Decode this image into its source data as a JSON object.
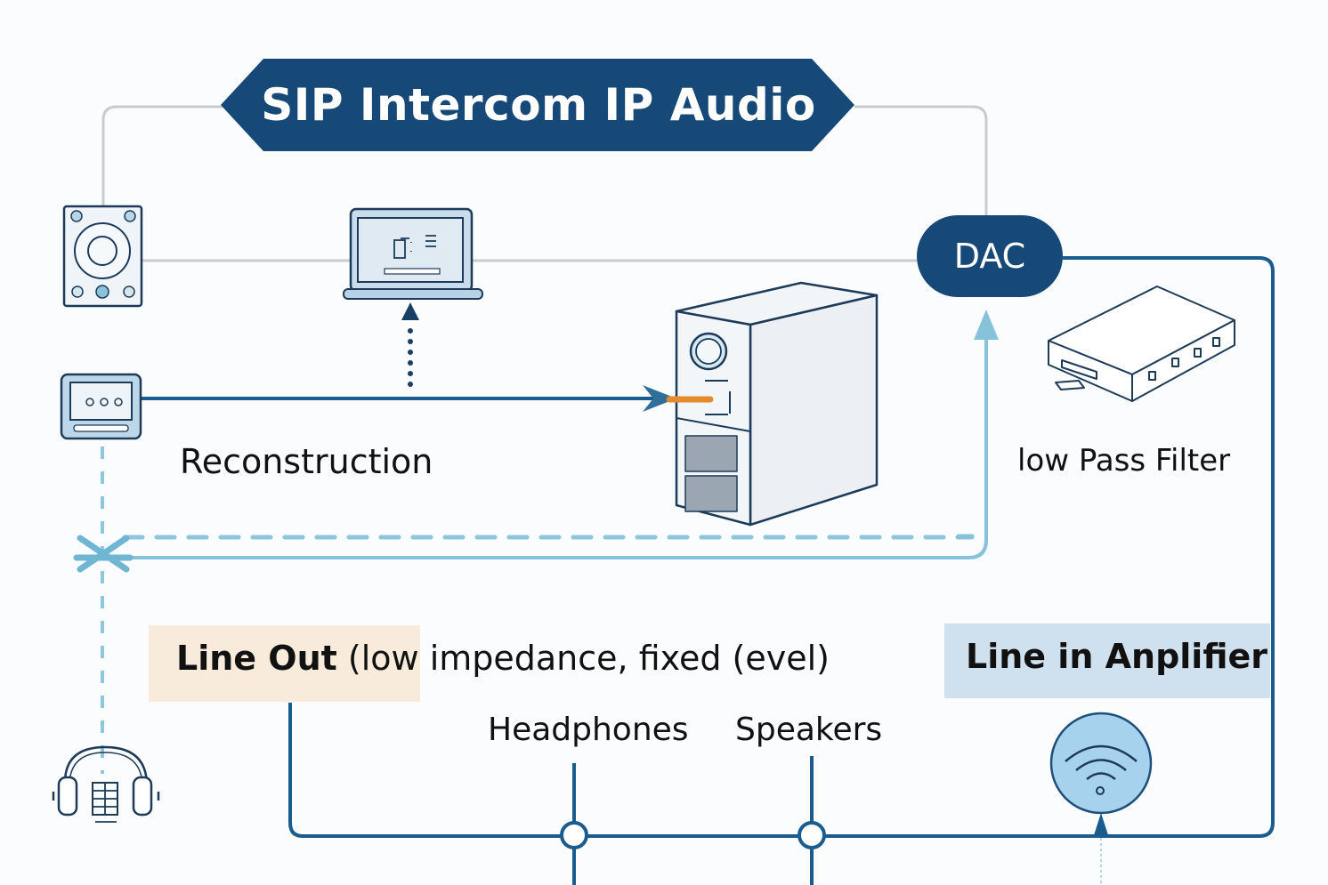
{
  "title": "SIP Intercom IP Audio",
  "nodes": {
    "dac": "DAC",
    "reconstruction": "Reconstruction",
    "low_pass_filter": "low Pass Filter",
    "line_out_bold": "Line Out",
    "line_out_detail": " (low impedance, fixed (evel)",
    "line_in_amplifier": "Line in Anplifier",
    "headphones": "Headphones",
    "speakers": "Speakers"
  },
  "icons": [
    "speaker-icon",
    "laptop-icon",
    "audio-interface-icon",
    "pc-tower-icon",
    "filter-box-icon",
    "headphones-icon",
    "wifi-speaker-icon"
  ],
  "colors": {
    "primary": "#1b4d7e",
    "light_blue": "#7fbfd8",
    "gray_line": "#c8cbcf",
    "orange": "#e68a2e",
    "line_out_bg": "#f8ebdc",
    "line_in_bg": "#cfe0ee"
  }
}
